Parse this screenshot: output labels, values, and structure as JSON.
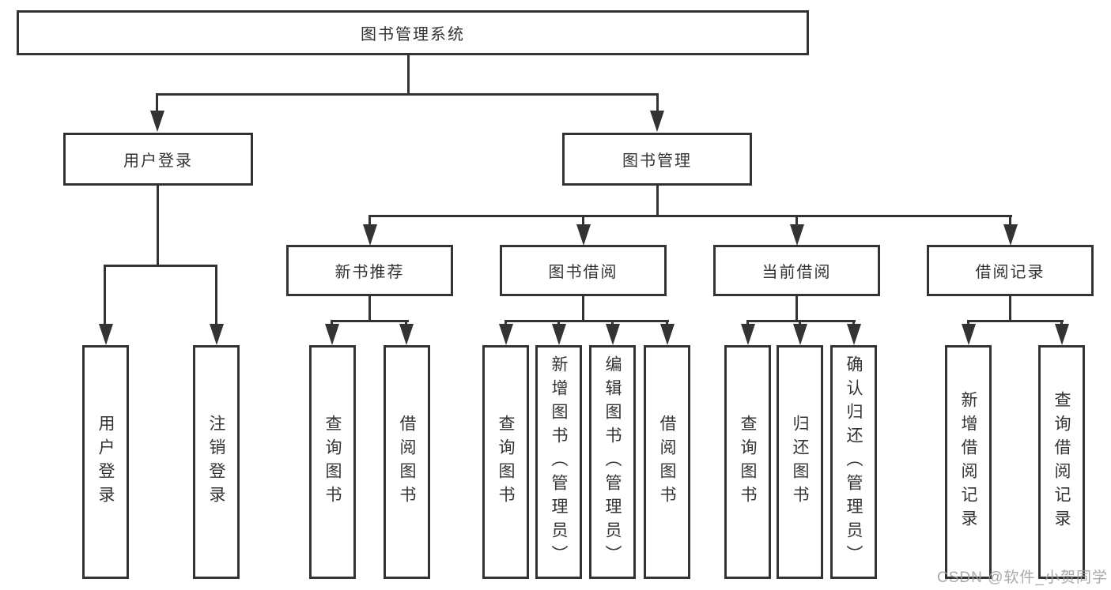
{
  "tree": {
    "root": {
      "label": "图书管理系统"
    },
    "branches": [
      {
        "label": "用户登录",
        "children": [
          {
            "label": "用户登录"
          },
          {
            "label": "注销登录"
          }
        ]
      },
      {
        "label": "图书管理",
        "groups": [
          {
            "label": "新书推荐",
            "children": [
              {
                "label": "查询图书"
              },
              {
                "label": "借阅图书"
              }
            ]
          },
          {
            "label": "图书借阅",
            "children": [
              {
                "label": "查询图书"
              },
              {
                "label": "新增图书（管理员）"
              },
              {
                "label": "编辑图书（管理员）"
              },
              {
                "label": "借阅图书"
              }
            ]
          },
          {
            "label": "当前借阅",
            "children": [
              {
                "label": "查询图书"
              },
              {
                "label": "归还图书"
              },
              {
                "label": "确认归还（管理员）"
              }
            ]
          },
          {
            "label": "借阅记录",
            "children": [
              {
                "label": "新增借阅记录"
              },
              {
                "label": "查询借阅记录"
              }
            ]
          }
        ]
      }
    ]
  },
  "watermark": "CSDN @软件_小贺同学",
  "colors": {
    "line": "#333333",
    "text": "#333333",
    "background": "#ffffff",
    "watermark": "#a0a0a0"
  }
}
